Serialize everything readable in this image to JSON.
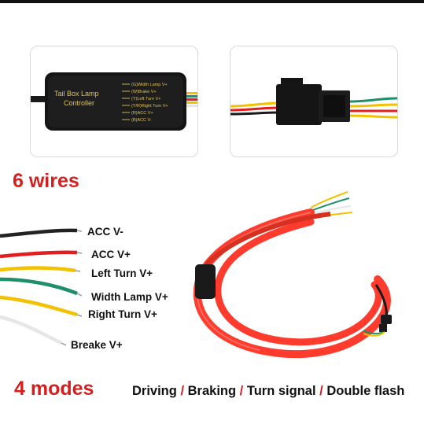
{
  "controller": {
    "title_line1": "Tail Box Lamp",
    "title_line2": "Controller",
    "pins": [
      "(G)Width Lamp V+",
      "(W)Brake V+",
      "(Y)Left Turn V+",
      "(Y/R)Right Turn V+",
      "(R)ACC V+",
      "(B)ACC V-"
    ]
  },
  "wires_heading": "6 wires",
  "wire_labels": [
    "ACC V-",
    "ACC V+",
    "Left Turn V+",
    "Width Lamp V+",
    "Right Turn V+",
    "Breake V+"
  ],
  "modes_heading": "4 modes",
  "modes": [
    "Driving",
    "Braking",
    "Turn signal",
    "Double flash"
  ],
  "separator": "/",
  "colors": {
    "heading_red": "#d51f1f",
    "wire_black": "#222222",
    "wire_red": "#e02020",
    "wire_yellow": "#f2c200",
    "wire_green": "#1f8f6a",
    "wire_white": "#e6e6e6",
    "strip_red": "#ff3b2e"
  }
}
